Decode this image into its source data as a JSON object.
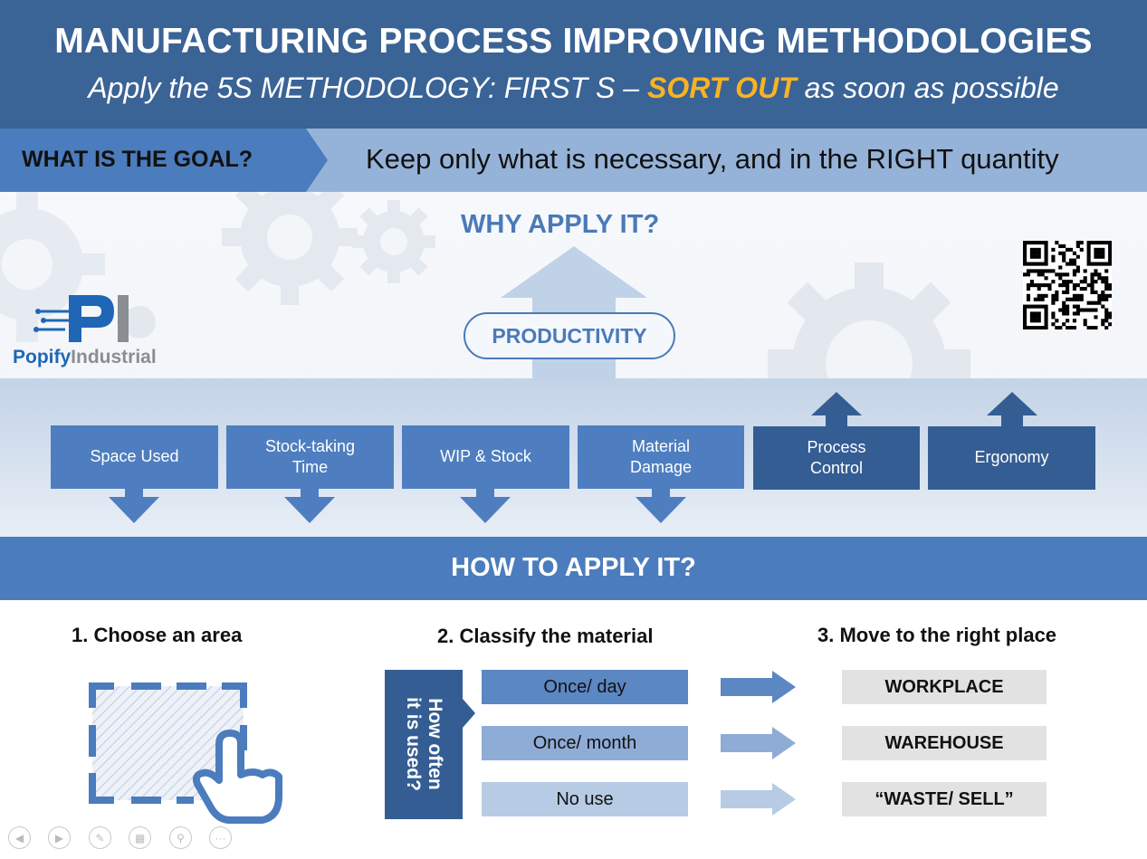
{
  "header": {
    "title": "MANUFACTURING PROCESS IMPROVING METHODOLOGIES",
    "subtitle_pre": "Apply the 5S METHODOLOGY: FIRST S – ",
    "subtitle_highlight": "SORT OUT",
    "subtitle_post": " as soon as possible",
    "highlight_color": "#f6b323"
  },
  "goal": {
    "label": "WHAT IS THE GOAL?",
    "text": "Keep only what is necessary, and in the RIGHT quantity"
  },
  "why": {
    "title": "WHY APPLY IT?",
    "center": "PRODUCTIVITY",
    "decrease_items": [
      {
        "line1": "Space Used",
        "line2": ""
      },
      {
        "line1": "Stock-taking",
        "line2": "Time"
      },
      {
        "line1": "WIP & Stock",
        "line2": ""
      },
      {
        "line1": "Material",
        "line2": "Damage"
      }
    ],
    "increase_items": [
      {
        "line1": "Process",
        "line2": "Control"
      },
      {
        "line1": "Ergonomy",
        "line2": ""
      }
    ]
  },
  "logo": {
    "part1": "Popify",
    "part2": "Industrial",
    "mark": "PI"
  },
  "how": {
    "title": "HOW TO APPLY IT?",
    "step1": "1. Choose an area",
    "step2": "2. Classify the material",
    "step3": "3. Move to the right place",
    "classify_label": "How often it is used?",
    "classify_line1": "How often",
    "classify_line2": "it is used?",
    "rows": [
      {
        "frequency": "Once/ day",
        "destination": "WORKPLACE",
        "color": "#5b87c3"
      },
      {
        "frequency": "Once/ month",
        "destination": "WAREHOUSE",
        "color": "#8eacd5"
      },
      {
        "frequency": "No use",
        "destination": "“WASTE/ SELL”",
        "color": "#b8cbe5"
      }
    ]
  },
  "controls": [
    "previous-icon",
    "next-icon",
    "pen-icon",
    "slides-icon",
    "zoom-icon",
    "more-icon"
  ],
  "colors": {
    "header": "#3a6396",
    "accent": "#4b7cbd",
    "dark_box": "#345d93",
    "light_box": "#4e7ebf"
  }
}
